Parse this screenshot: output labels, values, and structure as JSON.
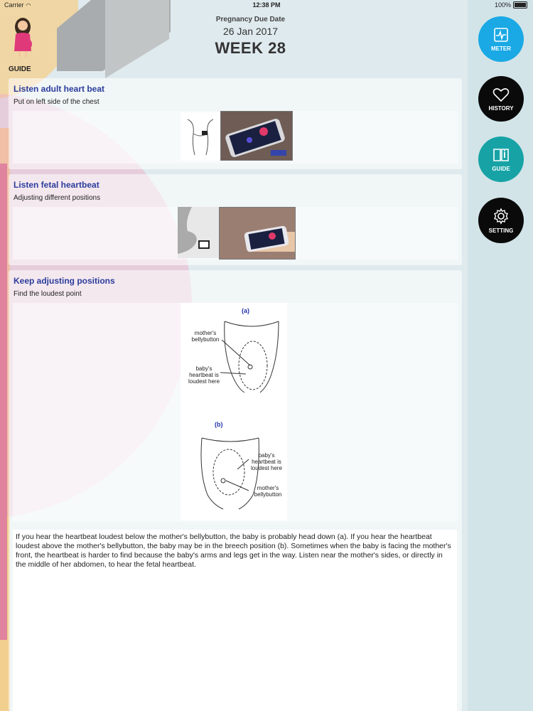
{
  "status_bar": {
    "carrier": "Carrier",
    "time": "12:38 PM",
    "battery": "100%"
  },
  "header": {
    "label": "Pregnancy Due Date",
    "date": "26 Jan 2017",
    "week": "WEEK 28"
  },
  "page_title": "GUIDE",
  "cards": [
    {
      "title": "Listen adult heart beat",
      "subtitle": "Put on left side of the chest"
    },
    {
      "title": "Listen fetal heartbeat",
      "subtitle": "Adjusting different positions"
    },
    {
      "title": "Keep adjusting positions",
      "subtitle": "Find the loudest point"
    }
  ],
  "diagram": {
    "fig_a": "(a)",
    "fig_b": "(b)",
    "a_bellybutton": "mother's bellybutton",
    "a_heartbeat": "baby's heartbeat is loudest here",
    "b_heartbeat": "baby's heartbeat is loudest here",
    "b_bellybutton": "mother's bellybutton"
  },
  "explanation": "If you hear the heartbeat loudest below the mother's bellybutton, the baby is probably head down (a). If you hear the heartbeat loudest above the mother's bellybutton, the baby may be in the breech position (b). Sometimes when the baby is facing the mother's front, the heartbeat is harder to find because the baby's arms and legs get in the way. Listen near the mother's sides, or directly in the middle of her abdomen, to hear the fetal heartbeat.",
  "nav": [
    {
      "label": "METER",
      "icon": "pulse-monitor-icon",
      "color": "#1aa9e5"
    },
    {
      "label": "HISTORY",
      "icon": "heart-icon",
      "color": "#0a0a0a"
    },
    {
      "label": "GUIDE",
      "icon": "book-icon",
      "color": "#17a3a6"
    },
    {
      "label": "SETTING",
      "icon": "gear-icon",
      "color": "#0a0a0a"
    }
  ],
  "colors": {
    "title_blue": "#2b3c9c",
    "accent_pink": "#e0839e",
    "accent_yellow": "#f1cf8f"
  }
}
